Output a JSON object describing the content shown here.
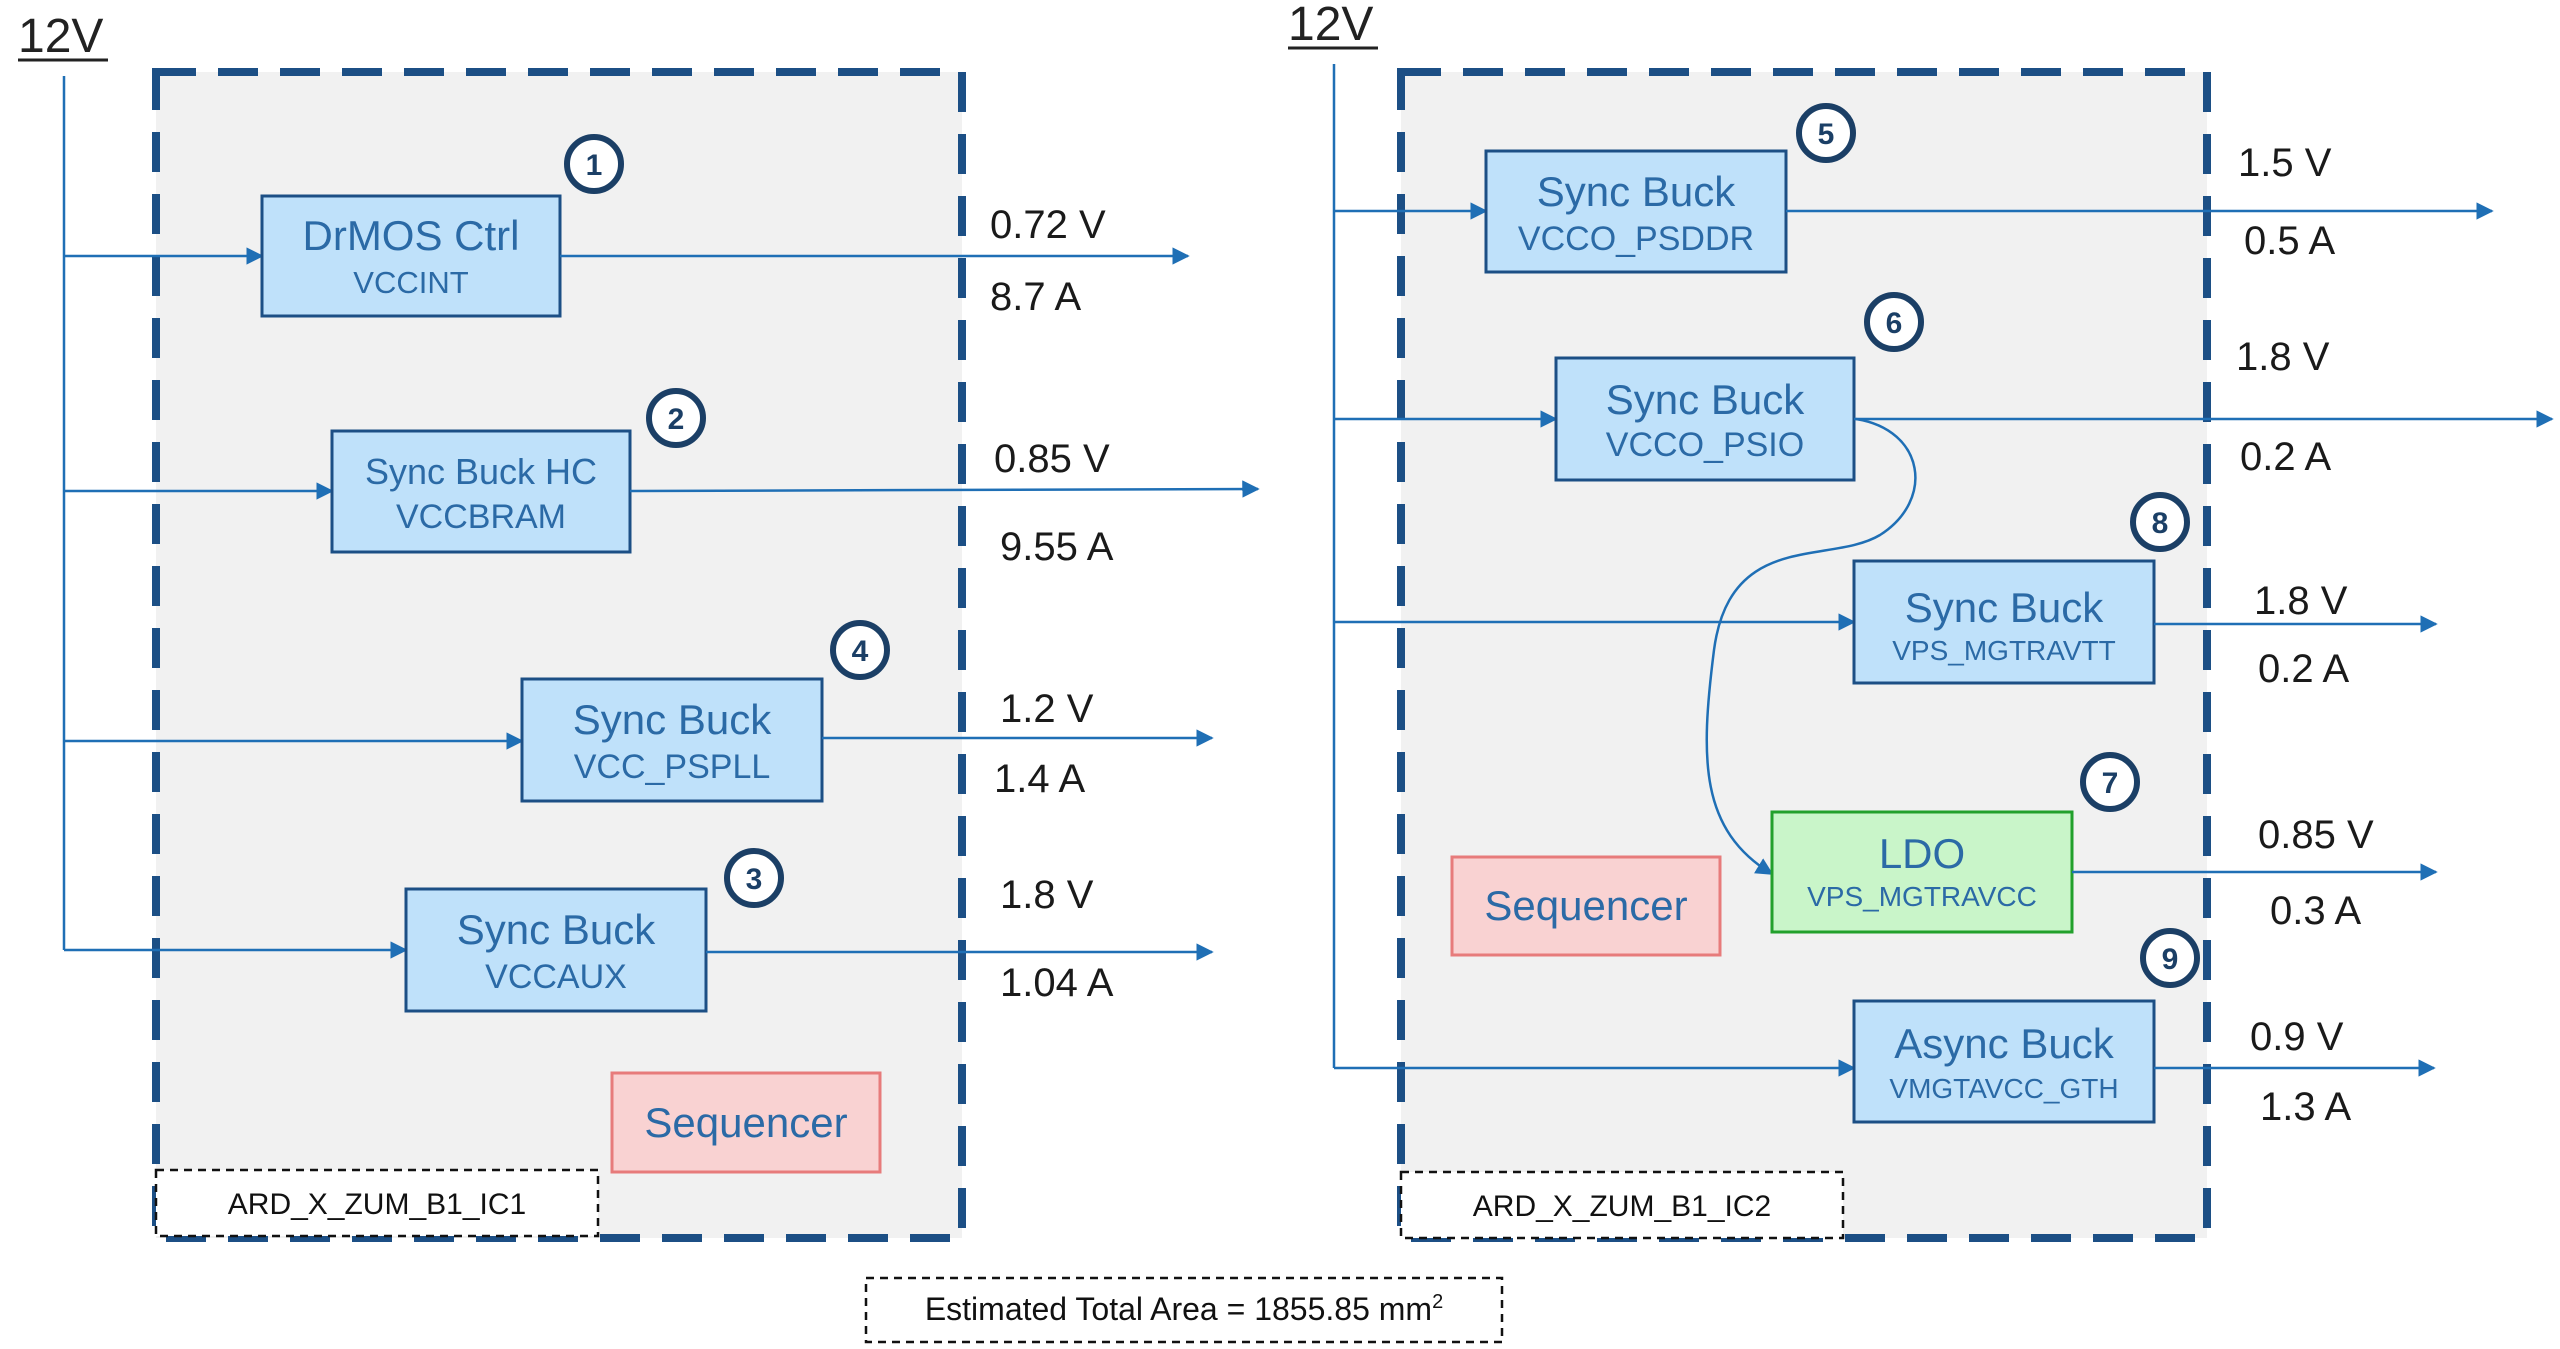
{
  "supply_label": "12V",
  "colors": {
    "frame": "#1c4f85",
    "wire": "#1f6fb5",
    "box_fill": "#bfe1fa",
    "box_stroke": "#1c4f85",
    "ldo_fill": "#c9f5c9",
    "ldo_stroke": "#22a02c",
    "seq_fill": "#f9d2d2",
    "seq_stroke": "#e77b7b",
    "panel_fill": "#f1f1f1"
  },
  "ic1": {
    "tag": "ARD_X_ZUM_B1_IC1",
    "sequencer": "Sequencer",
    "blocks": [
      {
        "badge": "1",
        "title": "DrMOS Ctrl",
        "rail": "VCCINT",
        "voltage": "0.72 V",
        "current": "8.7 A"
      },
      {
        "badge": "2",
        "title": "Sync Buck HC",
        "rail": "VCCBRAM",
        "voltage": "0.85 V",
        "current": "9.55 A"
      },
      {
        "badge": "4",
        "title": "Sync Buck",
        "rail": "VCC_PSPLL",
        "voltage": "1.2 V",
        "current": "1.4 A"
      },
      {
        "badge": "3",
        "title": "Sync Buck",
        "rail": "VCCAUX",
        "voltage": "1.8 V",
        "current": "1.04 A"
      }
    ]
  },
  "ic2": {
    "tag": "ARD_X_ZUM_B1_IC2",
    "sequencer": "Sequencer",
    "blocks": [
      {
        "badge": "5",
        "title": "Sync Buck",
        "rail": "VCCO_PSDDR",
        "voltage": "1.5 V",
        "current": "0.5 A"
      },
      {
        "badge": "6",
        "title": "Sync Buck",
        "rail": "VCCO_PSIO",
        "voltage": "1.8 V",
        "current": "0.2 A"
      },
      {
        "badge": "8",
        "title": "Sync Buck",
        "rail": "VPS_MGTRAVTT",
        "voltage": "1.8 V",
        "current": "0.2 A"
      },
      {
        "badge": "7",
        "title": "LDO",
        "rail": "VPS_MGTRAVCC",
        "voltage": "0.85 V",
        "current": "0.3 A"
      },
      {
        "badge": "9",
        "title": "Async Buck",
        "rail": "VMGTAVCC_GTH",
        "voltage": "0.9 V",
        "current": "1.3 A"
      }
    ]
  },
  "note": {
    "text": "Estimated Total Area = 1855.85 mm",
    "superscript": "2"
  }
}
